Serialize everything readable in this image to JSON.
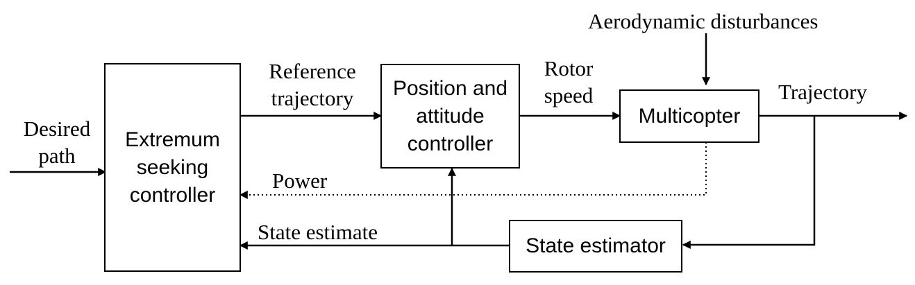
{
  "blocks": {
    "esc": "Extremum\nseeking\ncontroller",
    "pac": "Position and\nattitude\ncontroller",
    "multicopter": "Multicopter",
    "estimator": "State estimator"
  },
  "signals": {
    "desired_path": "Desired\npath",
    "reference_trajectory": "Reference\ntrajectory",
    "rotor_speed": "Rotor\nspeed",
    "aero": "Aerodynamic disturbances",
    "trajectory": "Trajectory",
    "power": "Power",
    "state_estimate": "State estimate"
  },
  "colors": {
    "line": "#000000",
    "background": "#ffffff"
  }
}
